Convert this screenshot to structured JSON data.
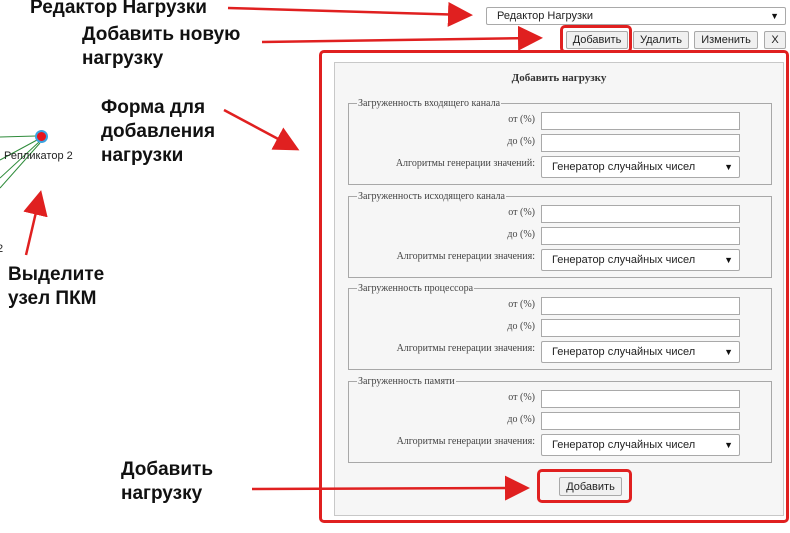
{
  "callouts": {
    "editor": "Редактор Нагрузки",
    "add_new": "Добавить новую\nнагрузку",
    "form": "Форма для\nдобавления\nнагрузки",
    "select_node": "Выделите\nузел ПКМ",
    "add_load": "Добавить\nнагрузку"
  },
  "toolbar": {
    "editor_select": "Редактор Нагрузки",
    "add_label": "Добавить",
    "delete_label": "Удалить",
    "edit_label": "Изменить",
    "close_label": "X"
  },
  "graph": {
    "node_label": "Репликатор 2",
    "edge_fragment": "2"
  },
  "form": {
    "title": "Добавить нагрузку",
    "groups": [
      {
        "legend": "Загруженность входящего канала",
        "from_label": "от (%)",
        "to_label": "до (%)",
        "algo_label": "Алгоритмы генерации значений:",
        "algo_value": "Генератор случайных чисел"
      },
      {
        "legend": "Загруженность исходящего канала",
        "from_label": "от (%)",
        "to_label": "до (%)",
        "algo_label": "Алгоритмы генерации значения:",
        "algo_value": "Генератор случайных чисел"
      },
      {
        "legend": "Загруженность процессора",
        "from_label": "от (%)",
        "to_label": "до (%)",
        "algo_label": "Алгоритмы генерации значения:",
        "algo_value": "Генератор случайных чисел"
      },
      {
        "legend": "Загруженность памяти",
        "from_label": "от (%)",
        "to_label": "до (%)",
        "algo_label": "Алгоритмы генерации значения:",
        "algo_value": "Генератор случайных чисел"
      }
    ],
    "submit_label": "Добавить"
  },
  "colors": {
    "annotation": "#e02020",
    "edge": "#2e8b3a",
    "node_fill": "#e8141c",
    "node_ring": "#3ba3e0"
  }
}
